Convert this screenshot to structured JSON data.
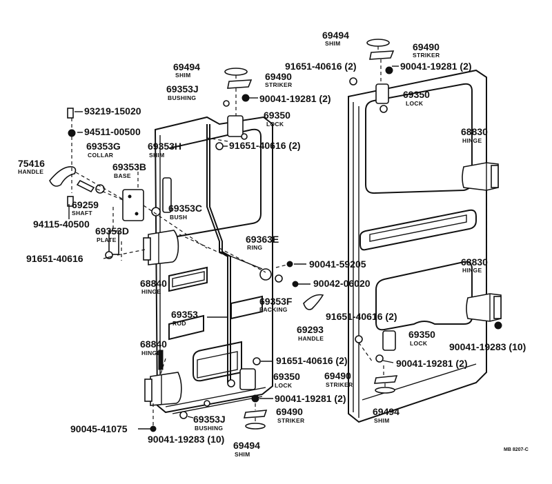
{
  "callouts": [
    {
      "id": "c01",
      "number": "69494",
      "name": "SHIM"
    },
    {
      "id": "c02",
      "number": "69490",
      "name": "STRIKER"
    },
    {
      "id": "c03",
      "number": "91651-40616 (2)",
      "name": ""
    },
    {
      "id": "c04",
      "number": "90041-19281 (2)",
      "name": ""
    },
    {
      "id": "c05",
      "number": "69350",
      "name": "LOCK"
    },
    {
      "id": "c06",
      "number": "68830",
      "name": "HINGE"
    },
    {
      "id": "c07",
      "number": "68830",
      "name": "HINGE"
    },
    {
      "id": "c08",
      "number": "69494",
      "name": "SHIM"
    },
    {
      "id": "c09",
      "number": "69490",
      "name": "STRIKER"
    },
    {
      "id": "c10",
      "number": "69353J",
      "name": "BUSHING"
    },
    {
      "id": "c11",
      "number": "90041-19281 (2)",
      "name": ""
    },
    {
      "id": "c12",
      "number": "69350",
      "name": "LOCK"
    },
    {
      "id": "c13",
      "number": "93219-15020",
      "name": ""
    },
    {
      "id": "c14",
      "number": "94511-00500",
      "name": ""
    },
    {
      "id": "c15",
      "number": "91651-40616 (2)",
      "name": ""
    },
    {
      "id": "c16",
      "number": "69353G",
      "name": "COLLAR"
    },
    {
      "id": "c17",
      "number": "69353H",
      "name": "SHIM"
    },
    {
      "id": "c18",
      "number": "75416",
      "name": "HANDLE"
    },
    {
      "id": "c19",
      "number": "69353B",
      "name": "BASE"
    },
    {
      "id": "c20",
      "number": "69259",
      "name": "SHAFT"
    },
    {
      "id": "c21",
      "number": "69353C",
      "name": "BUSH"
    },
    {
      "id": "c22",
      "number": "94115-40500",
      "name": ""
    },
    {
      "id": "c23",
      "number": "69353D",
      "name": "PLATE"
    },
    {
      "id": "c24",
      "number": "69363E",
      "name": "RING"
    },
    {
      "id": "c25",
      "number": "91651-40616",
      "name": ""
    },
    {
      "id": "c26",
      "number": "90041-59205",
      "name": ""
    },
    {
      "id": "c27",
      "number": "90042-06020",
      "name": ""
    },
    {
      "id": "c28",
      "number": "68840",
      "name": "HINGE"
    },
    {
      "id": "c29",
      "number": "69353F",
      "name": "PACKING"
    },
    {
      "id": "c30",
      "number": "69353",
      "name": "ROD"
    },
    {
      "id": "c31",
      "number": "69293",
      "name": "HANDLE"
    },
    {
      "id": "c32",
      "number": "91651-40616 (2)",
      "name": ""
    },
    {
      "id": "c33",
      "number": "69350",
      "name": "LOCK"
    },
    {
      "id": "c34",
      "number": "68840",
      "name": "HINGE"
    },
    {
      "id": "c35",
      "number": "90041-19283 (10)",
      "name": ""
    },
    {
      "id": "c36",
      "number": "91651-40616 (2)",
      "name": ""
    },
    {
      "id": "c37",
      "number": "90041-19281 (2)",
      "name": ""
    },
    {
      "id": "c38",
      "number": "69350",
      "name": "LOCK"
    },
    {
      "id": "c39",
      "number": "69490",
      "name": "STRIKER"
    },
    {
      "id": "c40",
      "number": "90041-19281 (2)",
      "name": ""
    },
    {
      "id": "c41",
      "number": "69494",
      "name": "SHIM"
    },
    {
      "id": "c42",
      "number": "90045-41075",
      "name": ""
    },
    {
      "id": "c43",
      "number": "69353J",
      "name": "BUSHING"
    },
    {
      "id": "c44",
      "number": "69490",
      "name": "STRIKER"
    },
    {
      "id": "c45",
      "number": "90041-19283 (10)",
      "name": ""
    },
    {
      "id": "c46",
      "number": "69494",
      "name": "SHIM"
    }
  ],
  "figure_ref": "MB 8207-C"
}
